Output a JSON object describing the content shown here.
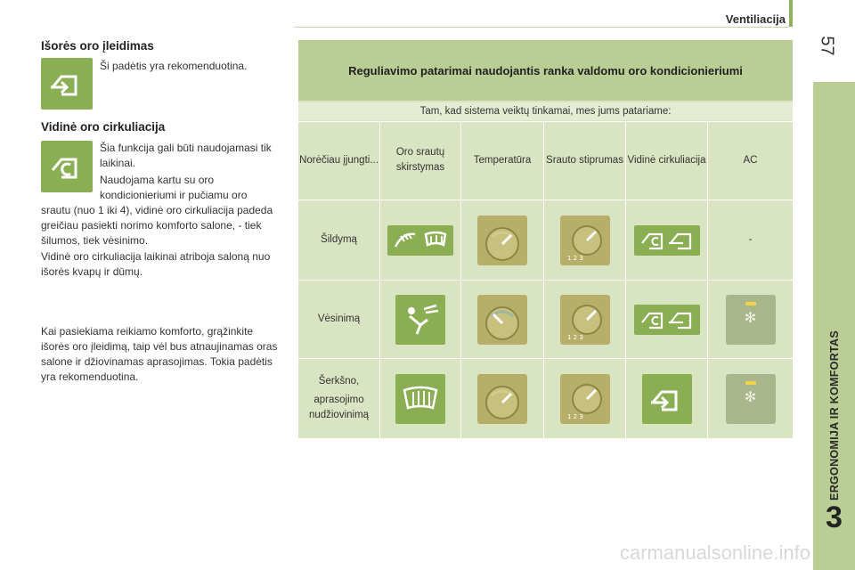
{
  "header": {
    "title": "Ventiliacija",
    "page_number": "57"
  },
  "side_tab": {
    "label": "ERGONOMIJA IR KOMFORTAS",
    "chapter": "3"
  },
  "left": {
    "sec1_title": "Išorės oro įleidimas",
    "sec1_text": "Ši padėtis yra rekomenduotina.",
    "sec2_title": "Vidinė oro cirkuliacija",
    "sec2_p1": "Šia funkcija gali būti naudojamasi tik laikinai.",
    "sec2_p2a": "Naudojama kartu su oro kondicionieriumi ir pučiamu oro",
    "sec2_p2b": "srautu (nuo 1 iki 4), vidinė oro cirkuliacija padeda greičiau pasiekti norimo komforto salone, - tiek šilumos, tiek vėsinimo.",
    "sec2_p3": "Vidinė oro cirkuliacija laikinai atriboja saloną nuo išorės kvapų ir dūmų.",
    "sec3_text": "Kai pasiekiama reikiamo komforto, grąžinkite išorės oro įleidimą, taip vėl bus atnaujinamas oras salone ir džiovinamas aprasojimas. Tokia padėtis yra rekomenduotina."
  },
  "table": {
    "title": "Reguliavimo patarimai naudojantis ranka valdomu oro kondicionieriumi",
    "subtitle": "Tam, kad sistema veiktų tinkamai, mes jums patariame:",
    "columns": [
      "Norėčiau įjungti...",
      "Oro srautų skirstymas",
      "Temperatūra",
      "Srauto stiprumas",
      "Vidinė cirkuliacija",
      "AC"
    ],
    "rows": [
      {
        "label": "Šildymą",
        "ac": "-"
      },
      {
        "label": "Vėsinimą",
        "ac": ""
      },
      {
        "label_line1": "Šerkšno,",
        "label_line2": "aprasojimo",
        "label_line3": "nudžiovinimą",
        "ac": ""
      }
    ]
  },
  "colors": {
    "accent_green": "#8aae52",
    "tab_green": "#b9cd94",
    "table_bg": "#d8e4c2"
  },
  "watermark": "carmanualsonline.info"
}
